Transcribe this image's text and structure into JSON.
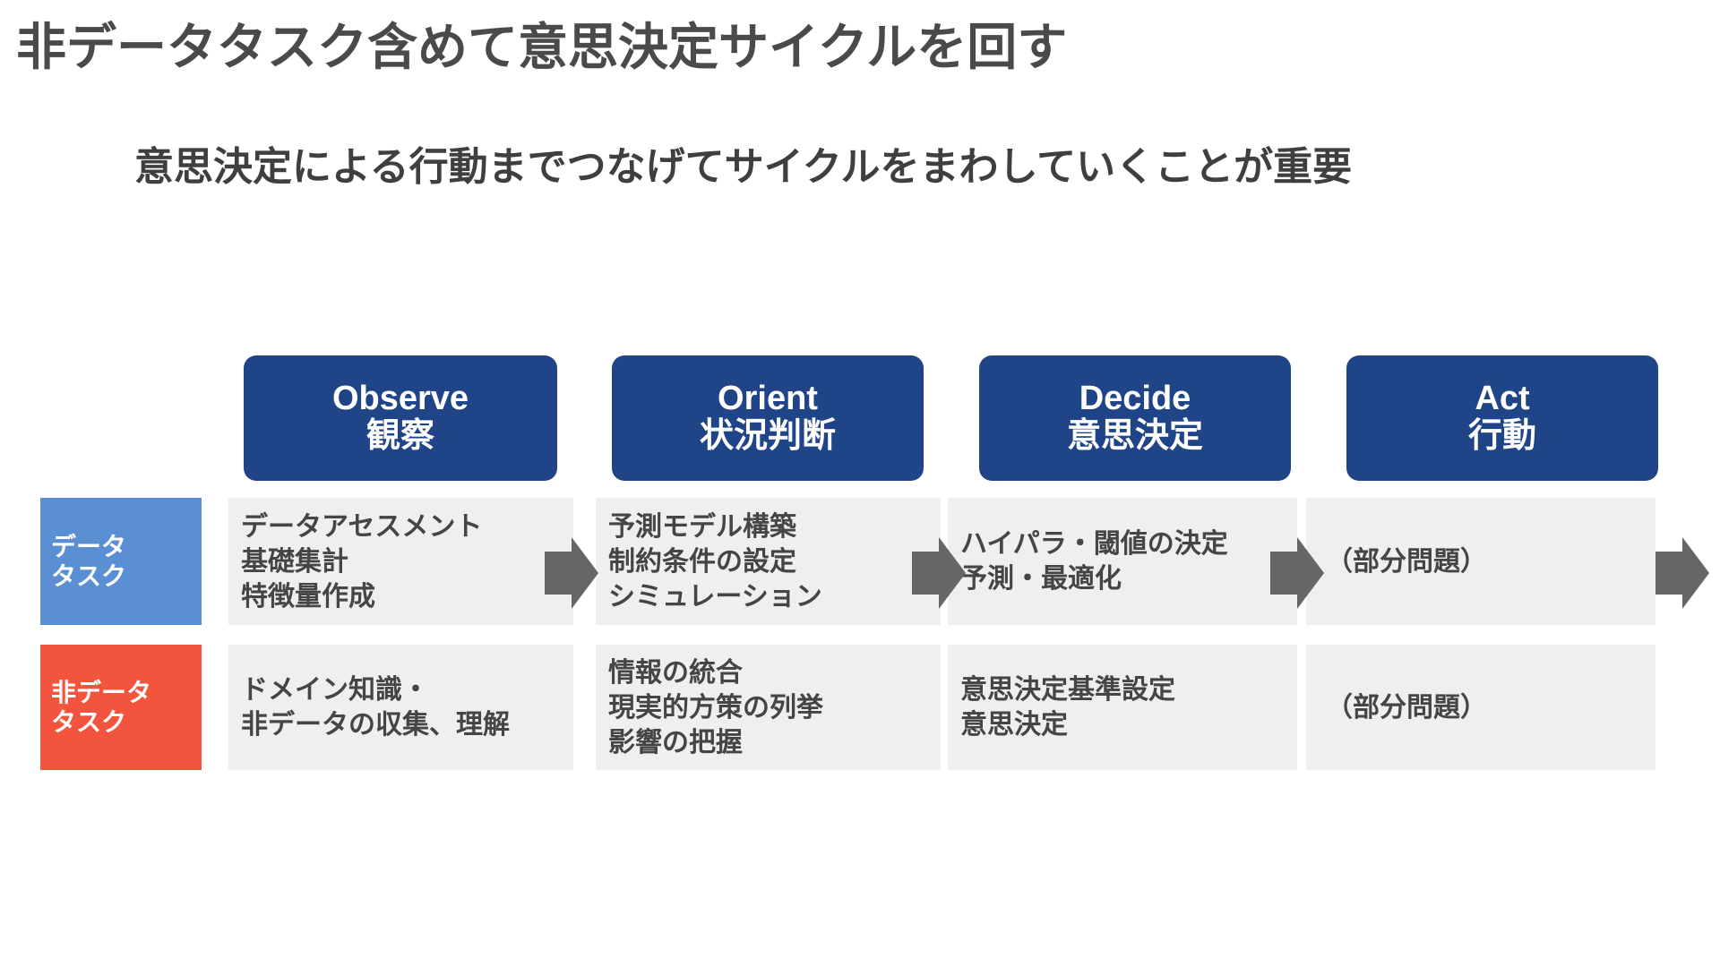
{
  "slide": {
    "title": "非データタスク含めて意思決定サイクルを回す",
    "subtitle": "意思決定による行動までつなげてサイクルをまわしていくことが重要",
    "colors": {
      "phase_header": "#1f4487",
      "data_chip": "#5b8fd4",
      "nondata_chip": "#f2543d",
      "cell_background": "#efefef",
      "arrow": "#666666",
      "text": "#4a4a4a"
    }
  },
  "row_labels": {
    "data": {
      "line1": "データ",
      "line2": "タスク"
    },
    "nondata": {
      "line1": "非データ",
      "line2": "タスク"
    }
  },
  "phases": [
    {
      "en": "Observe",
      "ja": "観察",
      "data_tasks": [
        "データアセスメント",
        "基礎集計",
        "特徴量作成"
      ],
      "nondata_tasks": [
        "ドメイン知識・",
        "非データの収集、理解"
      ]
    },
    {
      "en": "Orient",
      "ja": "状況判断",
      "data_tasks": [
        "予測モデル構築",
        "制約条件の設定",
        "シミュレーション"
      ],
      "nondata_tasks": [
        "情報の統合",
        "現実的方策の列挙",
        "影響の把握"
      ]
    },
    {
      "en": "Decide",
      "ja": "意思決定",
      "data_tasks": [
        "ハイパラ・閾値の決定",
        "予測・最適化"
      ],
      "nondata_tasks": [
        "意思決定基準設定",
        "意思決定"
      ]
    },
    {
      "en": "Act",
      "ja": "行動",
      "data_tasks": [
        "（部分問題）"
      ],
      "nondata_tasks": [
        "（部分問題）"
      ]
    }
  ]
}
